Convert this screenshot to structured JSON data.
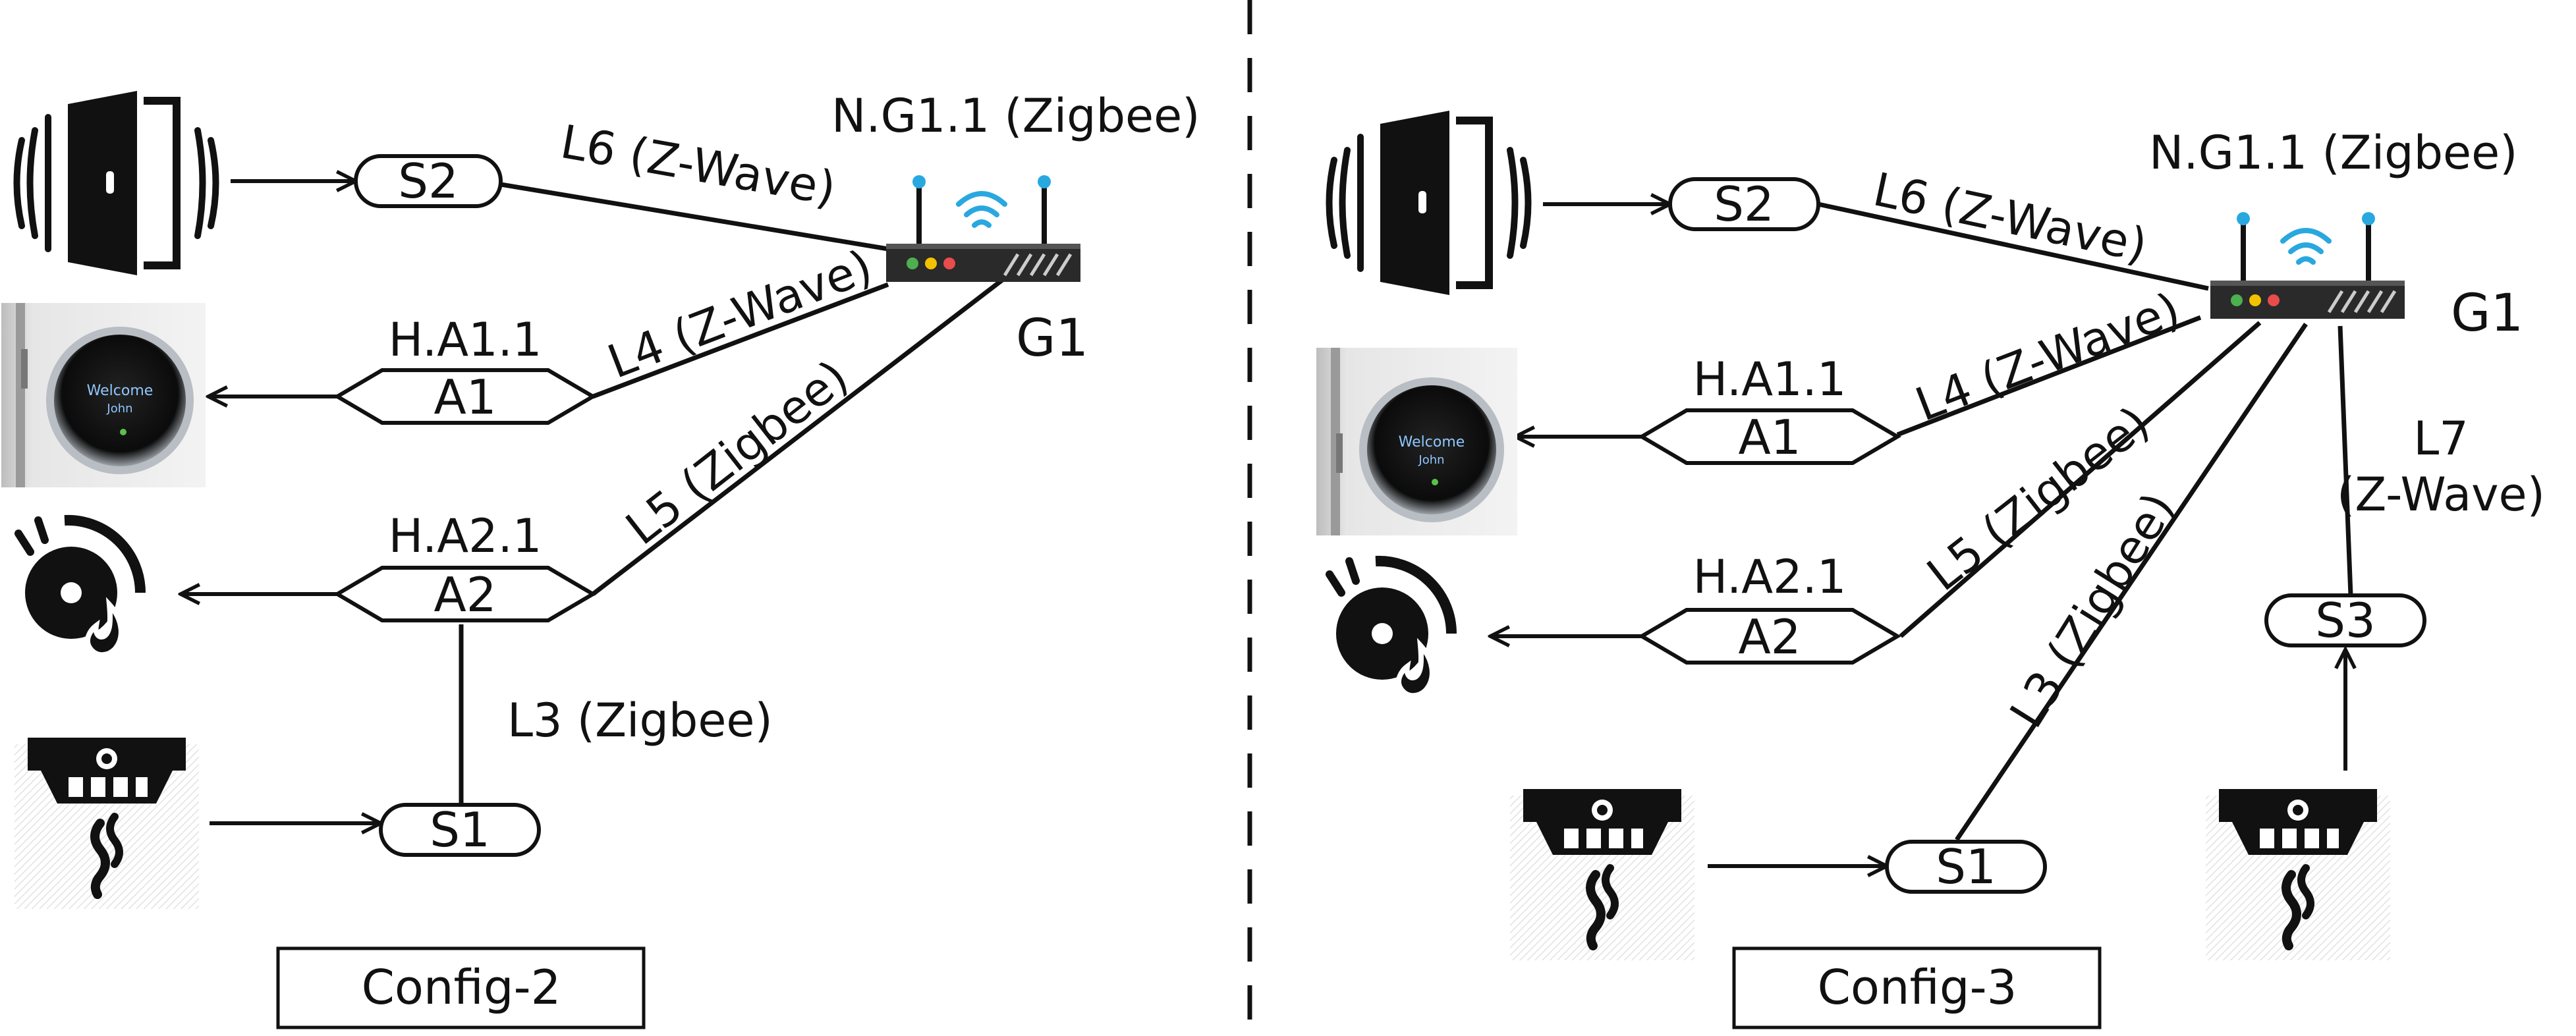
{
  "left": {
    "gateway_network": "N.G1.1 (Zigbee)",
    "gateway_name": "G1",
    "links": {
      "l6": "L6 (Z-Wave)",
      "l4": "L4 (Z-Wave)",
      "l5": "L5 (Zigbee)",
      "l3": "L3 (Zigbee)"
    },
    "sensors": {
      "s2": "S2",
      "s1": "S1"
    },
    "actuators": {
      "a1": {
        "label": "A1",
        "handle": "H.A1.1"
      },
      "a2": {
        "label": "A2",
        "handle": "H.A2.1"
      }
    },
    "lock_screen": {
      "line1": "Welcome",
      "line2": "John"
    },
    "config_label": "Config-2"
  },
  "right": {
    "gateway_network": "N.G1.1 (Zigbee)",
    "gateway_name": "G1",
    "links": {
      "l6": "L6 (Z-Wave)",
      "l4": "L4 (Z-Wave)",
      "l5": "L5 (Zigbee)",
      "l3": "L3 (Zigbee)",
      "l7_line1": "L7",
      "l7_line2": "(Z-Wave)"
    },
    "sensors": {
      "s2": "S2",
      "s1": "S1",
      "s3": "S3"
    },
    "actuators": {
      "a1": {
        "label": "A1",
        "handle": "H.A1.1"
      },
      "a2": {
        "label": "A2",
        "handle": "H.A2.1"
      }
    },
    "lock_screen": {
      "line1": "Welcome",
      "line2": "John"
    },
    "config_label": "Config-3"
  },
  "icons": {
    "door": "door-sensor-icon",
    "lock": "smart-lock-icon",
    "alarm": "fire-alarm-icon",
    "smoke": "smoke-detector-icon",
    "router": "router-icon"
  },
  "colors": {
    "line": "#111111",
    "wifi": "#29a8e0",
    "led_green": "#4caf50",
    "led_yellow": "#f2c200",
    "led_red": "#e84c4c"
  }
}
